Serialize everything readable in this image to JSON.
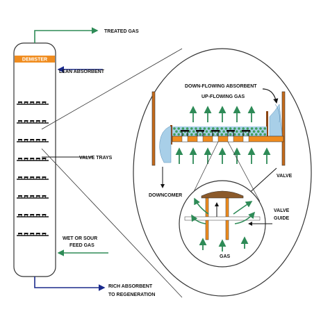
{
  "labels": {
    "treated_gas": "TREATED GAS",
    "demister": "DEMISTER",
    "lean_absorbent": "LEAN ABSORBENT",
    "valve_trays": "VALVE TRAYS",
    "feed_gas_line1": "WET OR SOUR",
    "feed_gas_line2": "FEED GAS",
    "rich_absorbent_line1": "RICH ABSORBENT",
    "rich_absorbent_line2": "TO REGENERATION",
    "down_flowing_absorbent": "DOWN-FLOWING ABSORBENT",
    "up_flowing_gas": "UP-FLOWING  GAS",
    "downcomer": "DOWNCOMER",
    "valve": "VALVE",
    "valve_guide_line1": "VALVE",
    "valve_guide_line2": "GUIDE",
    "gas": "GAS"
  },
  "colors": {
    "column_outline": "#333333",
    "demister": "#f08c1e",
    "tray_plate": "#f08c1e",
    "tray_stripe": "#111111",
    "gas_arrow": "#2e8b57",
    "absorbent_arrow": "#1a2a8c",
    "liquid": "#a8cfe8",
    "bubbles": "#3f9f5f",
    "valve_cap": "#8b5a2b",
    "downcomer_wall": "#8b4513"
  },
  "tray_count": 8
}
